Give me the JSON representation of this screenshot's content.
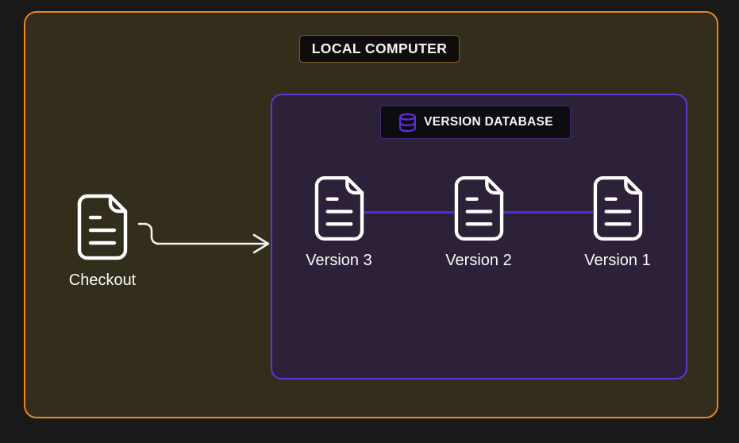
{
  "diagram": {
    "title_label": "LOCAL COMPUTER",
    "outer_box": {
      "border_color": "#e8861d",
      "fill": "#332d1c",
      "label_border": "#7d5a28"
    },
    "database_box": {
      "label": "VERSION DATABASE",
      "icon": "database-icon",
      "border_color": "#6135d9",
      "fill": "#2c2138",
      "icon_color": "#5b2fd6",
      "label_border": "#3a2a72"
    },
    "versions": [
      {
        "label": "Version 3",
        "icon": "document-icon"
      },
      {
        "label": "Version 2",
        "icon": "document-icon"
      },
      {
        "label": "Version 1",
        "icon": "document-icon"
      }
    ],
    "checkout": {
      "label": "Checkout",
      "icon": "document-icon",
      "arrow": "checkout-arrow"
    },
    "connector_color": "#4c2ed8",
    "page_background": "#191919",
    "text_color": "#fafafa"
  }
}
